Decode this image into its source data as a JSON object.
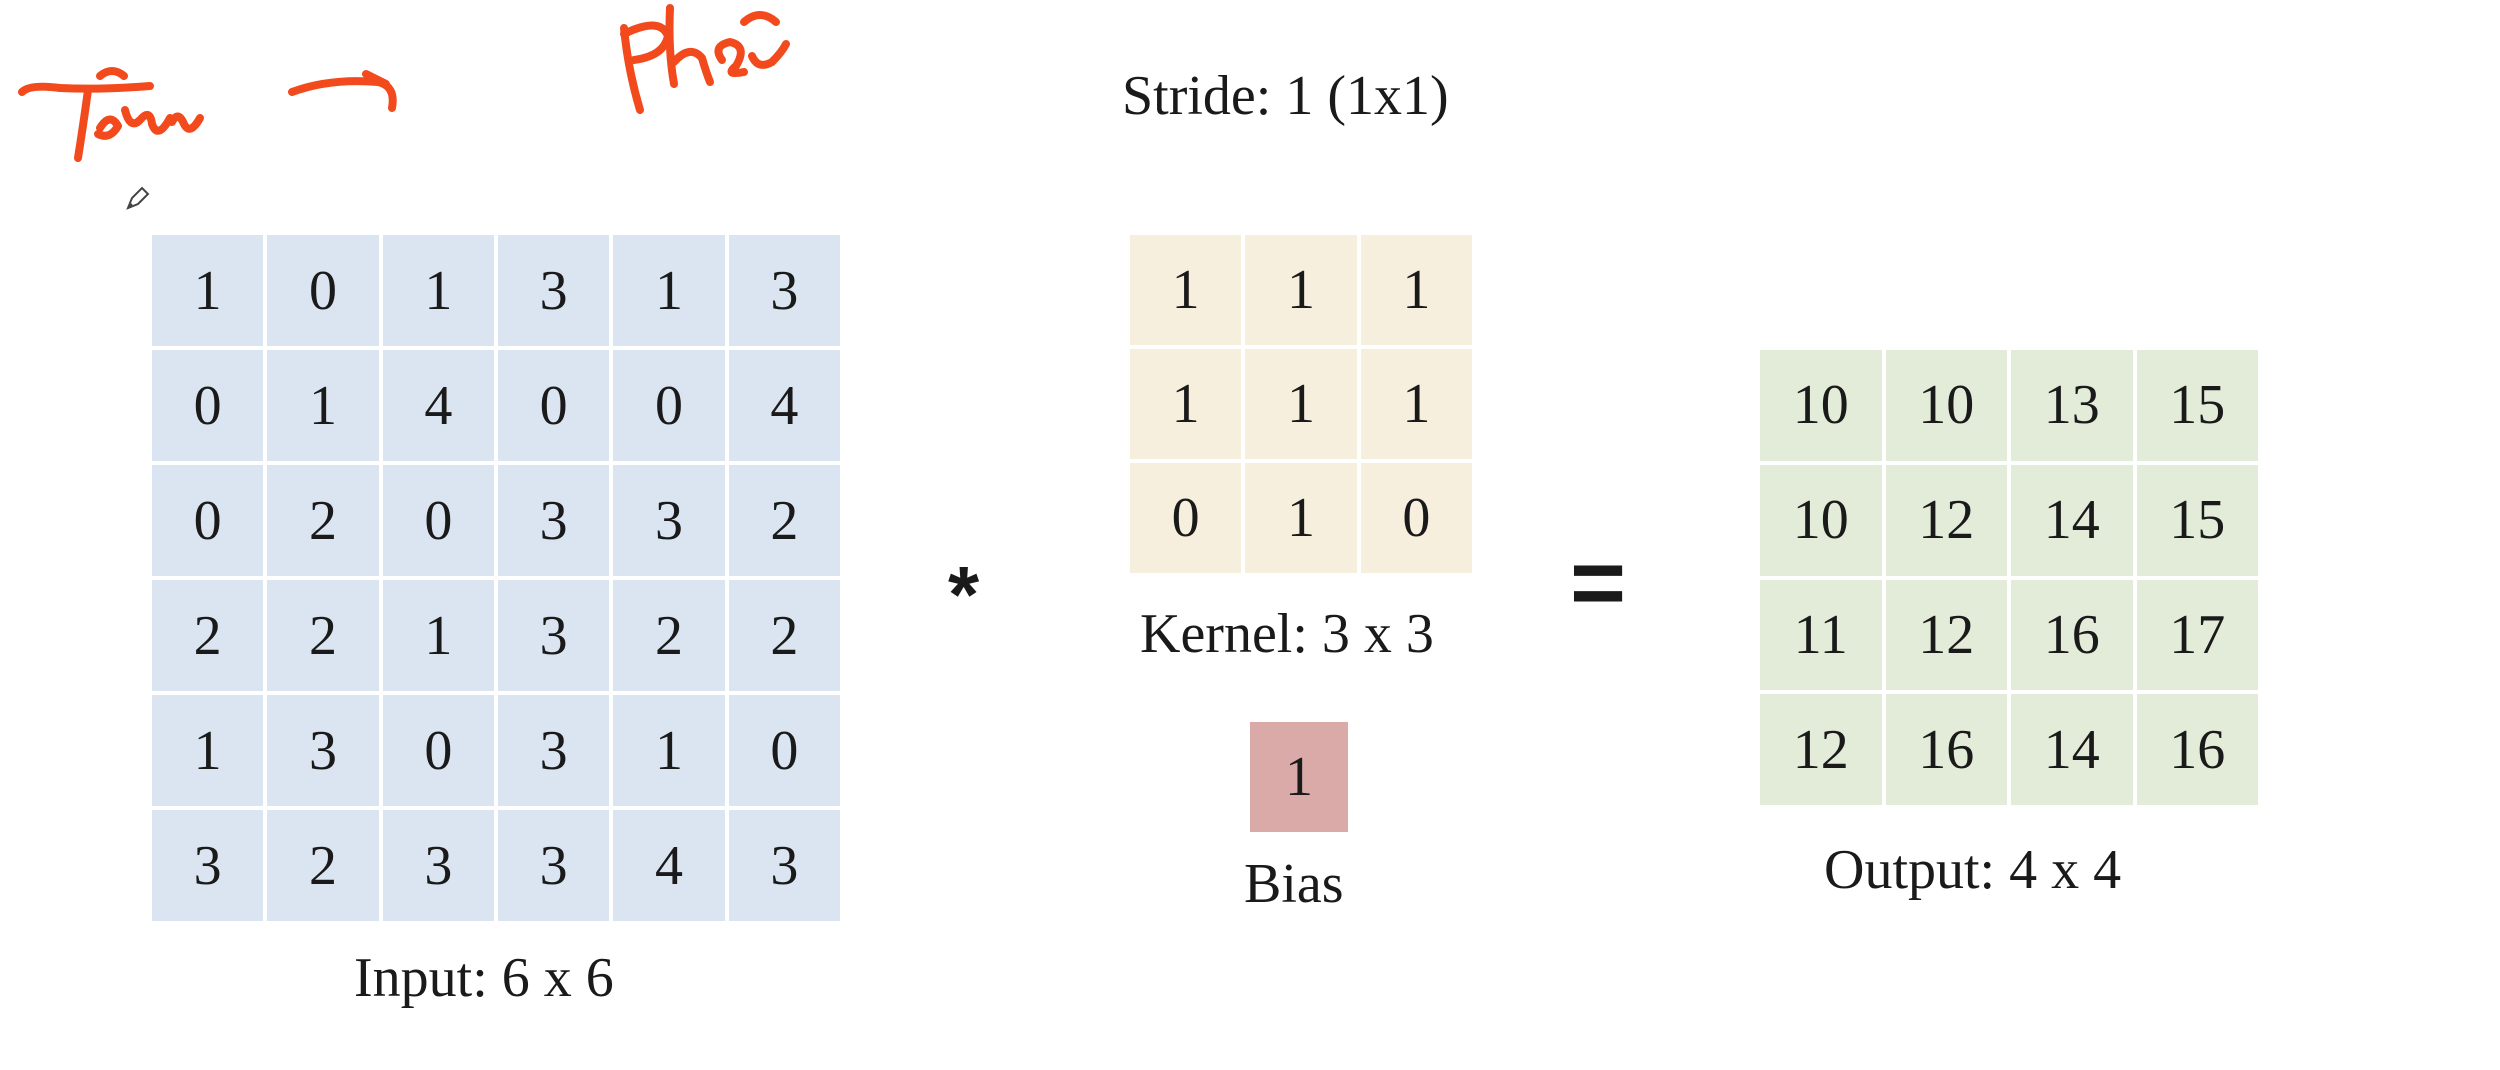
{
  "stride_label": "Stride: 1 (1x1)",
  "input": {
    "label": "Input: 6 x 6",
    "rows": [
      [
        "1",
        "0",
        "1",
        "3",
        "1",
        "3"
      ],
      [
        "0",
        "1",
        "4",
        "0",
        "0",
        "4"
      ],
      [
        "0",
        "2",
        "0",
        "3",
        "3",
        "2"
      ],
      [
        "2",
        "2",
        "1",
        "3",
        "2",
        "2"
      ],
      [
        "1",
        "3",
        "0",
        "3",
        "1",
        "0"
      ],
      [
        "3",
        "2",
        "3",
        "3",
        "4",
        "3"
      ]
    ],
    "color": "#dbe5f2"
  },
  "operators": {
    "multiply": "*",
    "equals": "="
  },
  "kernel": {
    "label": "Kernel: 3 x 3",
    "rows": [
      [
        "1",
        "1",
        "1"
      ],
      [
        "1",
        "1",
        "1"
      ],
      [
        "0",
        "1",
        "0"
      ]
    ],
    "color": "#f7efdd"
  },
  "bias": {
    "label": "Bias",
    "value": "1",
    "color": "#d9aaa7"
  },
  "output": {
    "label": "Output: 4 x 4",
    "rows": [
      [
        "10",
        "10",
        "13",
        "15"
      ],
      [
        "10",
        "12",
        "14",
        "15"
      ],
      [
        "11",
        "12",
        "16",
        "17"
      ],
      [
        "12",
        "16",
        "14",
        "16"
      ]
    ],
    "color": "#e2ecd8"
  },
  "annotation": {
    "words": [
      "Trái",
      "Phải"
    ],
    "color": "#f24a1d"
  },
  "icons": {
    "cursor": "pen-cursor-icon"
  }
}
